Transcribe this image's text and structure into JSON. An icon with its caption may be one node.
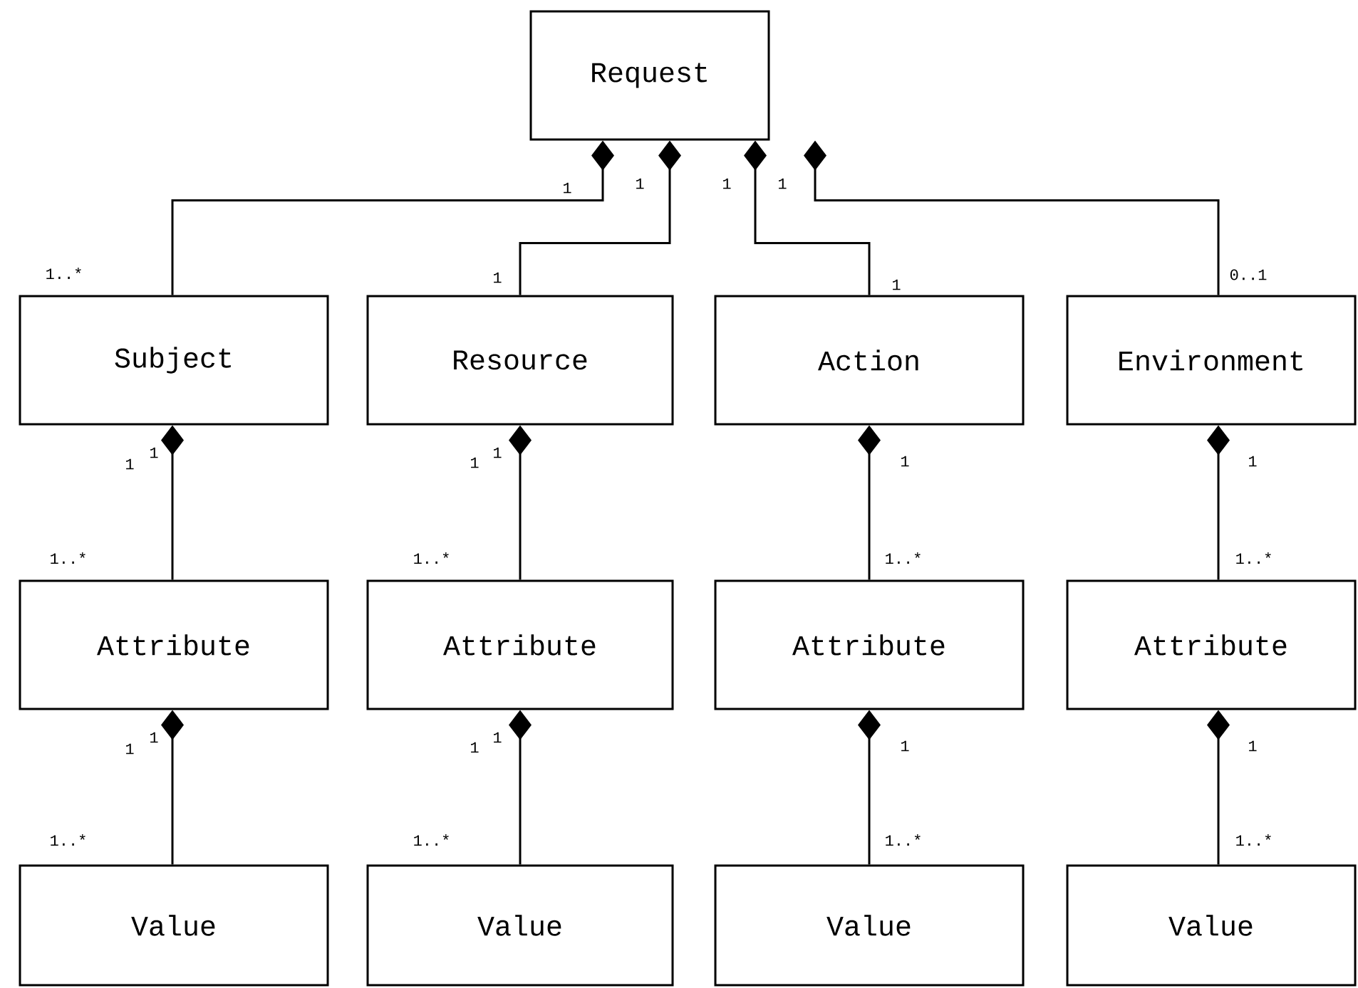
{
  "diagram": {
    "nodes": [
      {
        "text": [
          "Request"
        ]
      },
      {
        "text": [
          "Subject"
        ]
      },
      {
        "text": [
          "Resource"
        ]
      },
      {
        "text": [
          "Action"
        ]
      },
      {
        "text": [
          "Environment"
        ]
      },
      {
        "text": [
          "Attribute"
        ]
      },
      {
        "text": [
          "Attribute"
        ]
      },
      {
        "text": [
          "Attribute"
        ]
      },
      {
        "text": [
          "Attribute"
        ]
      },
      {
        "text": [
          "Value"
        ]
      },
      {
        "text": [
          "Value"
        ]
      },
      {
        "text": [
          "Value"
        ]
      },
      {
        "text": [
          "Value"
        ]
      }
    ],
    "edges": [
      {
        "from": 0,
        "to": 1,
        "arrow": "other"
      },
      {
        "from": 0,
        "to": 2,
        "arrow": "other"
      },
      {
        "from": 0,
        "to": 3,
        "arrow": "other"
      },
      {
        "from": 0,
        "to": 4,
        "arrow": "other"
      },
      {
        "from": 1,
        "to": 5,
        "arrow": "other"
      },
      {
        "from": 2,
        "to": 6,
        "arrow": "other"
      },
      {
        "from": 3,
        "to": 7,
        "arrow": "other"
      },
      {
        "from": 4,
        "to": 8,
        "arrow": "other"
      },
      {
        "from": 5,
        "to": 9,
        "arrow": "other"
      },
      {
        "from": 6,
        "to": 10,
        "arrow": "other"
      },
      {
        "from": 7,
        "to": 11,
        "arrow": "other"
      },
      {
        "from": 8,
        "to": 12,
        "arrow": "other"
      }
    ],
    "labels": [
      "1",
      "1",
      "1",
      "1",
      "1..*",
      "1",
      "1",
      "0..1",
      "1",
      "1",
      "1",
      "1",
      "1",
      "1",
      "1..*",
      "1..*",
      "1..*",
      "1..*",
      "1",
      "1",
      "1",
      "1",
      "1",
      "1",
      "1..*",
      "1..*",
      "1..*",
      "1..*"
    ]
  }
}
